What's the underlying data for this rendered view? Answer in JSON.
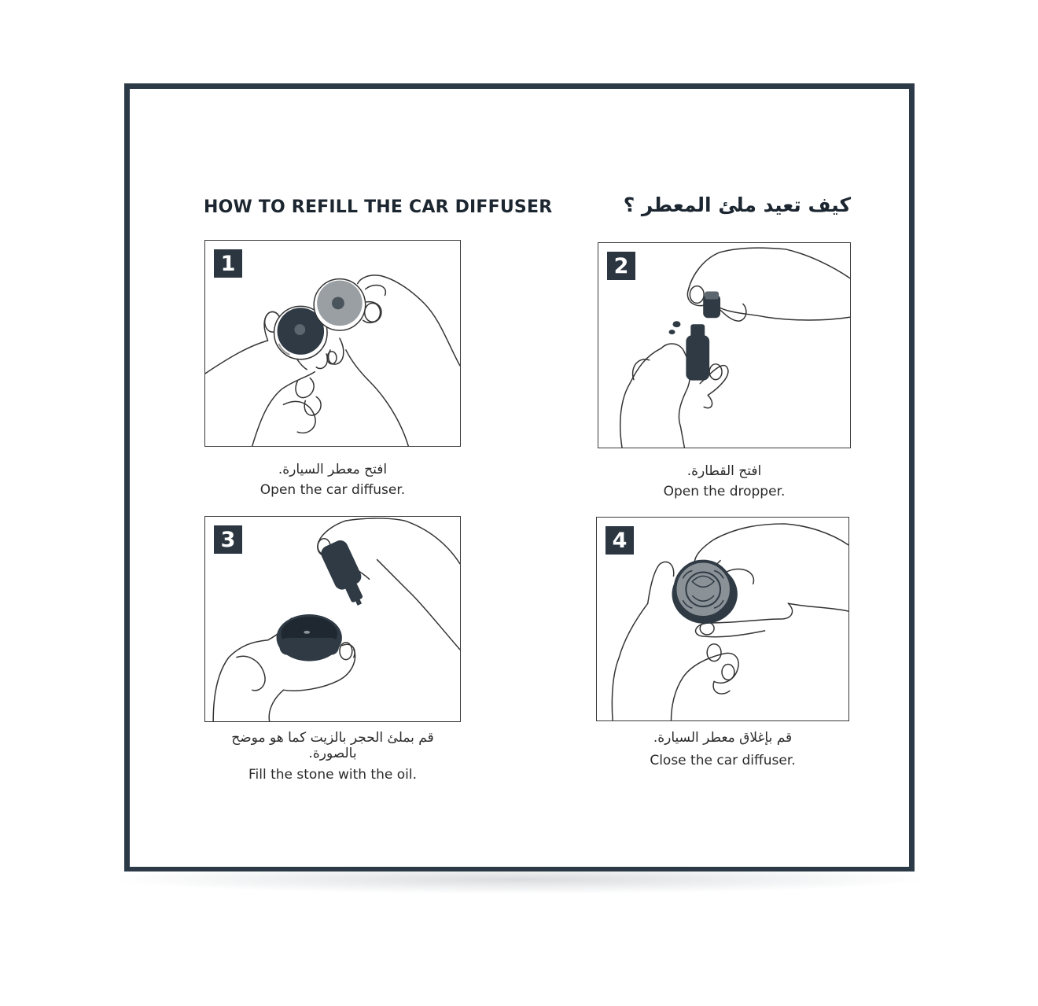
{
  "header": {
    "title_en": "HOW TO REFILL THE CAR DIFFUSER",
    "title_ar": "كيف تعيد ملئ المعطر ؟"
  },
  "steps": [
    {
      "number": "1",
      "caption_ar": "افتح معطر السيارة.",
      "caption_en": "Open the car diffuser."
    },
    {
      "number": "2",
      "caption_ar": "افتح القطارة.",
      "caption_en": "Open the dropper."
    },
    {
      "number": "3",
      "caption_ar": "قم بملئ الحجر بالزيت كما هو موضح بالصورة.",
      "caption_en": "Fill the stone with the oil."
    },
    {
      "number": "4",
      "caption_ar": "قم بإغلاق معطر السيارة.",
      "caption_en": "Close the car diffuser."
    }
  ],
  "colors": {
    "frame": "#2c3a48",
    "badge": "#2b3640",
    "device": "#2f3a44",
    "stone": "#9a9fa3"
  }
}
